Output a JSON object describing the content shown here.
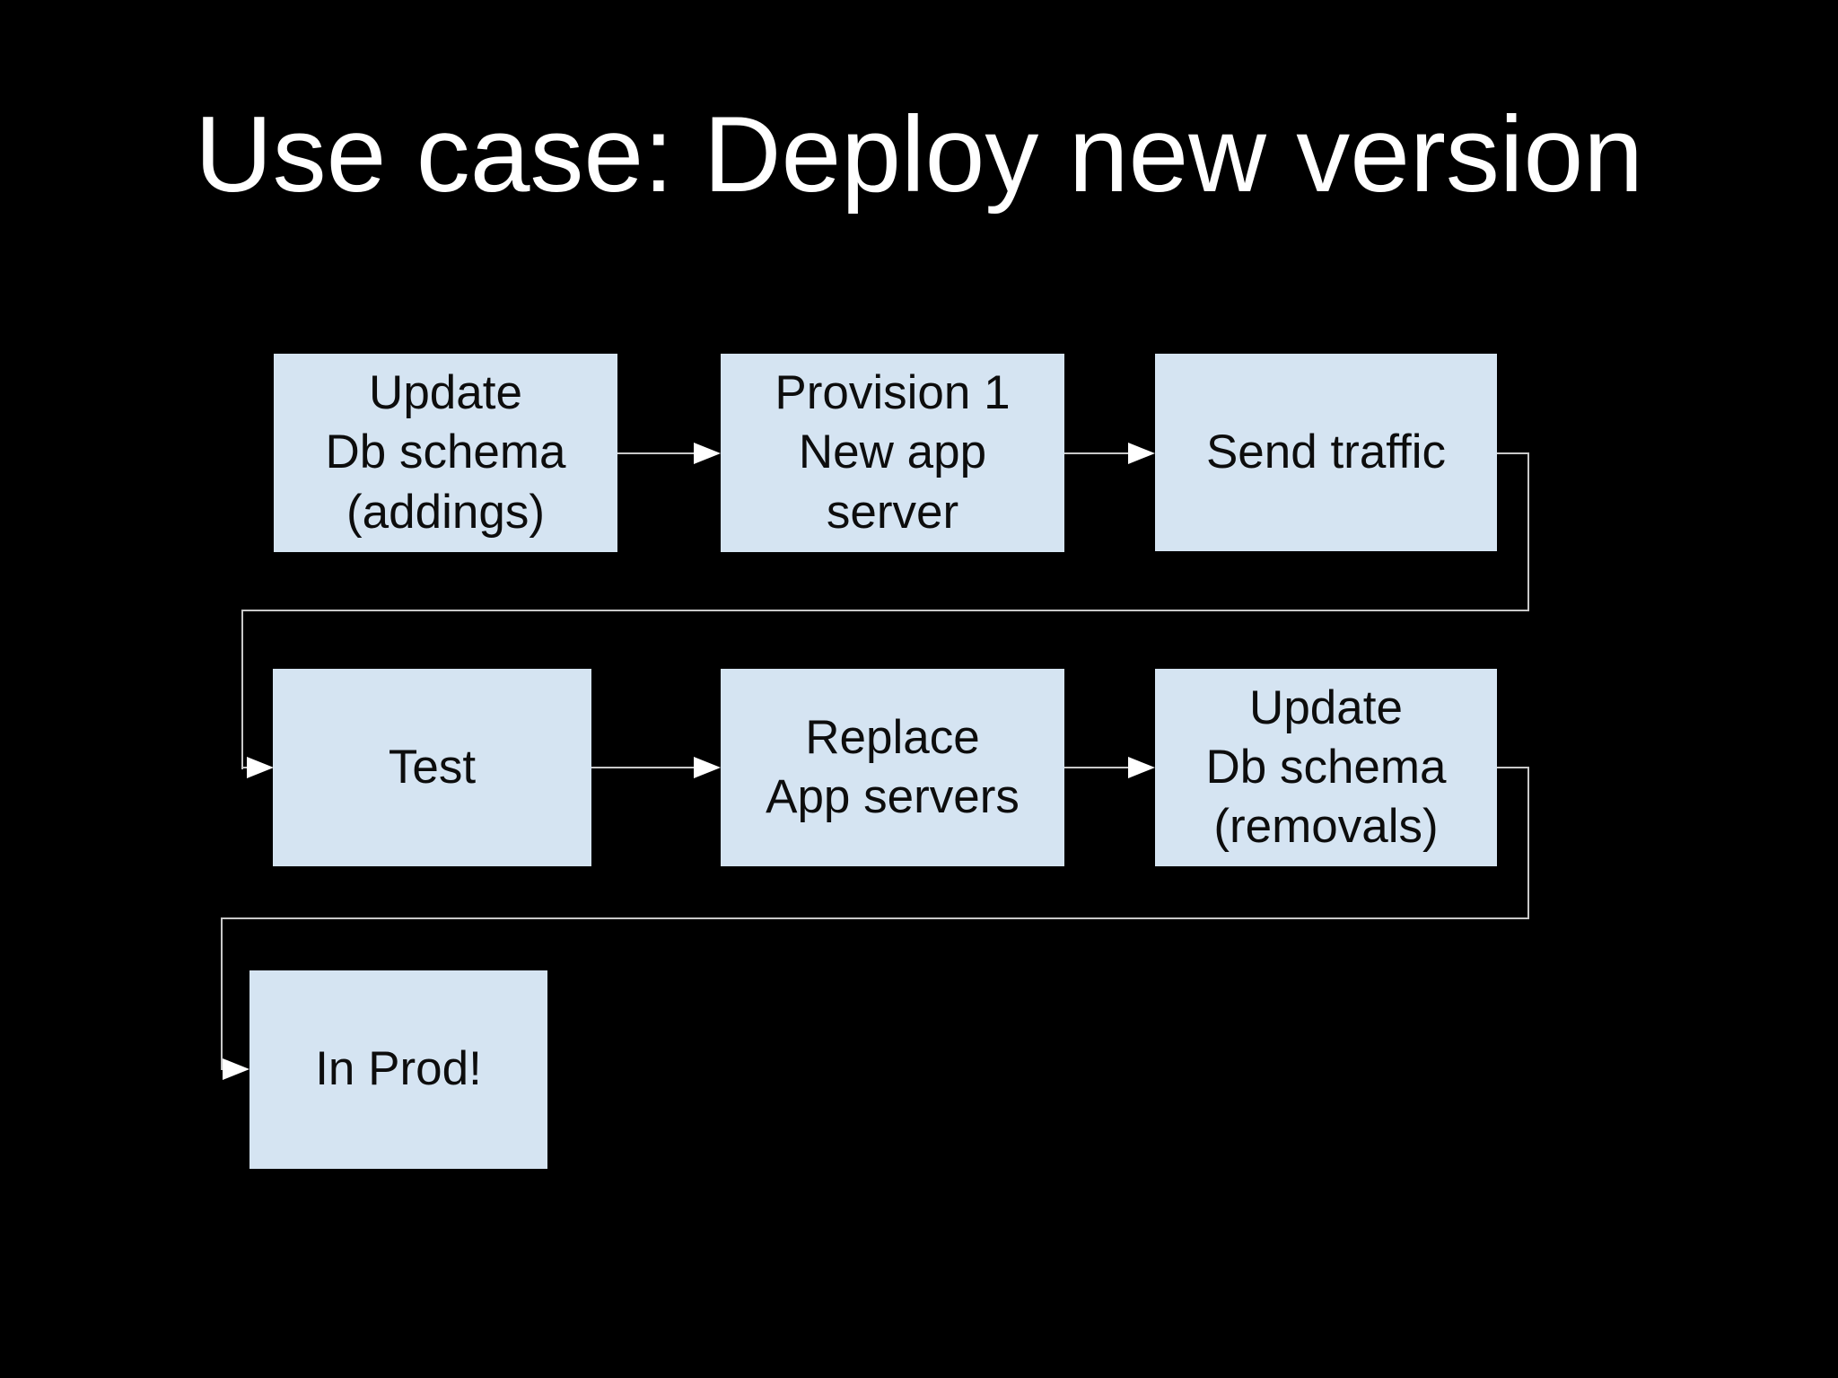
{
  "slide": {
    "title": "Use case: Deploy new version",
    "colors": {
      "background": "#000000",
      "box_fill": "#d5e4f2",
      "box_text": "#0d0d0d",
      "title_text": "#ffffff",
      "connector_line": "#c8c8c8",
      "arrowhead": "#ffffff"
    }
  },
  "diagram": {
    "type": "flowchart",
    "nodes": [
      {
        "id": "update-db-schema-addings",
        "label": "Update\nDb schema\n(addings)"
      },
      {
        "id": "provision-new-app-server",
        "label": "Provision 1\nNew app\nserver"
      },
      {
        "id": "send-traffic",
        "label": "Send traffic"
      },
      {
        "id": "test",
        "label": "Test"
      },
      {
        "id": "replace-app-servers",
        "label": "Replace\nApp servers"
      },
      {
        "id": "update-db-schema-removals",
        "label": "Update\nDb schema\n(removals)"
      },
      {
        "id": "in-prod",
        "label": "In Prod!"
      }
    ],
    "edges": [
      {
        "from": "update-db-schema-addings",
        "to": "provision-new-app-server"
      },
      {
        "from": "provision-new-app-server",
        "to": "send-traffic"
      },
      {
        "from": "send-traffic",
        "to": "test"
      },
      {
        "from": "test",
        "to": "replace-app-servers"
      },
      {
        "from": "replace-app-servers",
        "to": "update-db-schema-removals"
      },
      {
        "from": "update-db-schema-removals",
        "to": "in-prod"
      }
    ]
  }
}
